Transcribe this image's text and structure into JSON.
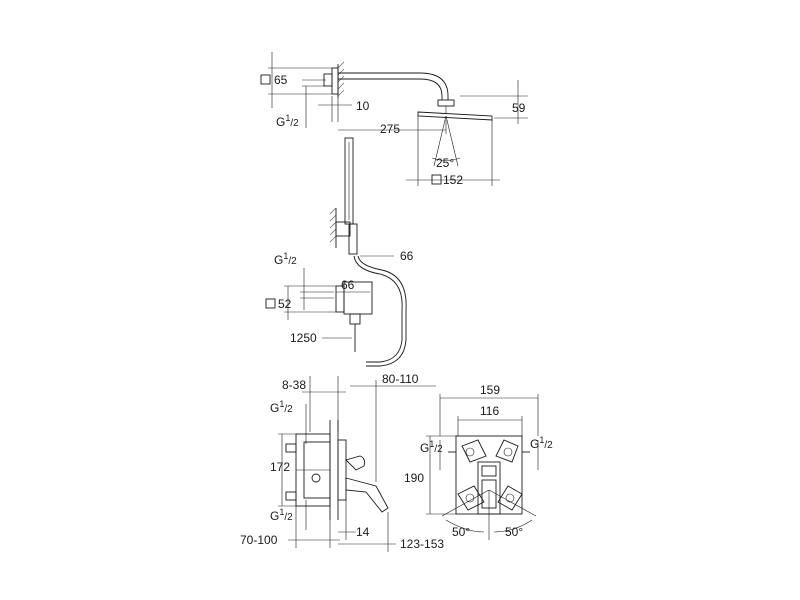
{
  "colors": {
    "line": "#1a1a1a",
    "background": "#ffffff"
  },
  "labels": {
    "head_square": "65",
    "wall_10": "10",
    "arm_275": "275",
    "height_59": "59",
    "angle_25": "25°",
    "head_size": "152",
    "thread_top": "G",
    "thread_top_sup": "1",
    "thread_top_sub": "/2",
    "hose_66": "66",
    "thread_mid": "G",
    "thread_mid_sup": "1",
    "thread_mid_sub": "/2",
    "outlet_66": "66",
    "outlet_square": "52",
    "hose_len": "1250",
    "box_8_38": "8-38",
    "box_80_110": "80-110",
    "thread_box_a": "G",
    "thread_box_a_sup": "1",
    "thread_box_a_sub": "/2",
    "box_172": "172",
    "thread_box_b": "G",
    "thread_box_b_sup": "1",
    "thread_box_b_sub": "/2",
    "box_70_100": "70-100",
    "box_14": "14",
    "box_123_153": "123-153",
    "front_159": "159",
    "front_116": "116",
    "front_thread_l": "G",
    "front_thread_l_sup": "1",
    "front_thread_l_sub": "/2",
    "front_thread_r": "G",
    "front_thread_r_sup": "1",
    "front_thread_r_sub": "/2",
    "front_190": "190",
    "angle_50_l": "50°",
    "angle_50_r": "50°"
  }
}
